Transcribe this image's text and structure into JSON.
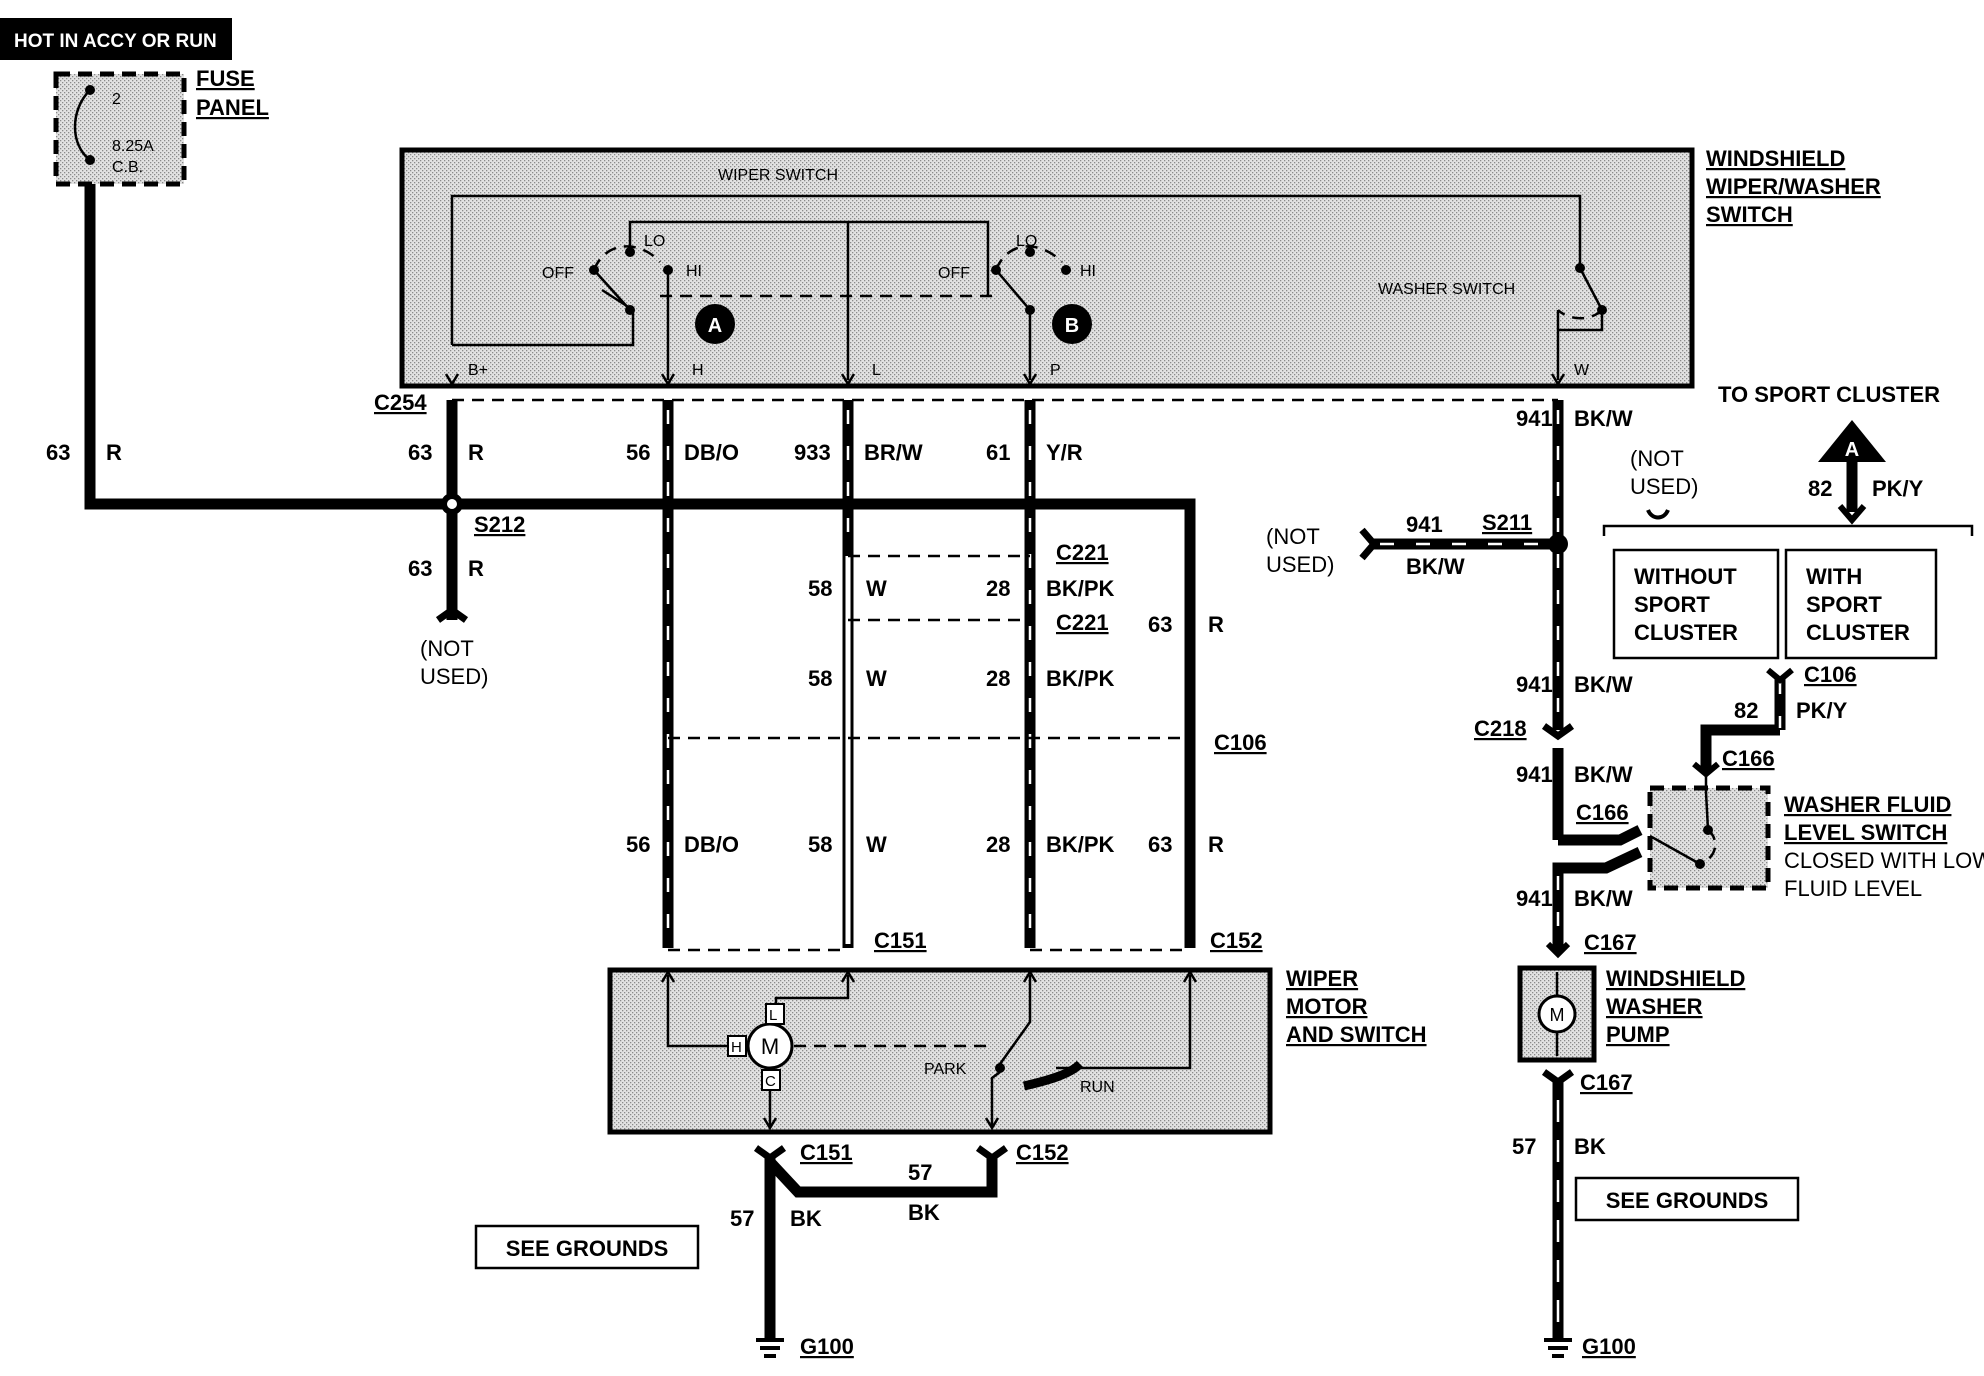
{
  "header": {
    "hot_label": "HOT IN ACCY OR RUN"
  },
  "fuse_panel": {
    "title_line1": "FUSE",
    "title_line2": "PANEL",
    "fuse_number": "2",
    "rating_line1": "8.25A",
    "rating_line2": "C.B."
  },
  "wiper_washer_switch": {
    "title_line1": "WINDSHIELD",
    "title_line2": "WIPER/WASHER",
    "title_line3": "SWITCH",
    "wiper_switch_label": "WIPER SWITCH",
    "washer_switch_label": "WASHER SWITCH",
    "lo": "LO",
    "hi": "HI",
    "off": "OFF",
    "marker_a": "A",
    "marker_b": "B",
    "terminals": {
      "bplus": "B+",
      "h": "H",
      "l": "L",
      "p": "P",
      "w": "W"
    }
  },
  "connectors": {
    "c254": "C254",
    "s212": "S212",
    "c221a": "C221",
    "c221b": "C221",
    "c106": "C106",
    "c151": "C151",
    "c152": "C152",
    "c151_bottom": "C151",
    "c152_bottom": "C152",
    "s211": "S211",
    "c218": "C218",
    "c166a": "C166",
    "c166b": "C166",
    "c106_right": "C106",
    "c167_top": "C167",
    "c167_bottom": "C167",
    "g100_left": "G100",
    "g100_right": "G100"
  },
  "wires": {
    "w63_fuse": {
      "num": "63",
      "color": "R"
    },
    "w63_top": {
      "num": "63",
      "color": "R"
    },
    "w63_below": {
      "num": "63",
      "color": "R"
    },
    "w56_top": {
      "num": "56",
      "color": "DB/O"
    },
    "w933": {
      "num": "933",
      "color": "BR/W"
    },
    "w61": {
      "num": "61",
      "color": "Y/R"
    },
    "w58_a": {
      "num": "58",
      "color": "W"
    },
    "w28_a": {
      "num": "28",
      "color": "BK/PK"
    },
    "w58_b": {
      "num": "58",
      "color": "W"
    },
    "w28_b": {
      "num": "28",
      "color": "BK/PK"
    },
    "w63_right": {
      "num": "63",
      "color": "R"
    },
    "w56_bottom": {
      "num": "56",
      "color": "DB/O"
    },
    "w58_c": {
      "num": "58",
      "color": "W"
    },
    "w28_c": {
      "num": "28",
      "color": "BK/PK"
    },
    "w63_bottom": {
      "num": "63",
      "color": "R"
    },
    "w57_left": {
      "num": "57",
      "color": "BK"
    },
    "w57_mid": {
      "num": "57",
      "color": "BK"
    },
    "w941_a": {
      "num": "941",
      "color": "BK/W"
    },
    "w941_s211": {
      "num": "941",
      "color": "BK/W"
    },
    "w941_b": {
      "num": "941",
      "color": "BK/W"
    },
    "w941_c": {
      "num": "941",
      "color": "BK/W"
    },
    "w941_d": {
      "num": "941",
      "color": "BK/W"
    },
    "w82_top": {
      "num": "82",
      "color": "PK/Y"
    },
    "w82_mid": {
      "num": "82",
      "color": "PK/Y"
    },
    "w57_right": {
      "num": "57",
      "color": "BK"
    }
  },
  "not_used": {
    "line1": "(NOT",
    "line2": "USED)"
  },
  "sport_cluster": {
    "to_label": "TO SPORT CLUSTER",
    "marker": "A",
    "without_line1": "WITHOUT",
    "without_line2": "SPORT",
    "without_line3": "CLUSTER",
    "with_line1": "WITH",
    "with_line2": "SPORT",
    "with_line3": "CLUSTER"
  },
  "washer_fluid_switch": {
    "line1": "WASHER FLUID",
    "line2": "LEVEL SWITCH",
    "line3": "CLOSED WITH LOW",
    "line4": "FLUID LEVEL"
  },
  "wiper_motor": {
    "title_line1": "WIPER",
    "title_line2": "MOTOR",
    "title_line3": "AND SWITCH",
    "motor": "M",
    "h": "H",
    "l": "L",
    "c": "C",
    "park": "PARK",
    "run": "RUN"
  },
  "washer_pump": {
    "title_line1": "WINDSHIELD",
    "title_line2": "WASHER",
    "title_line3": "PUMP",
    "motor": "M"
  },
  "see_grounds": "SEE GROUNDS"
}
